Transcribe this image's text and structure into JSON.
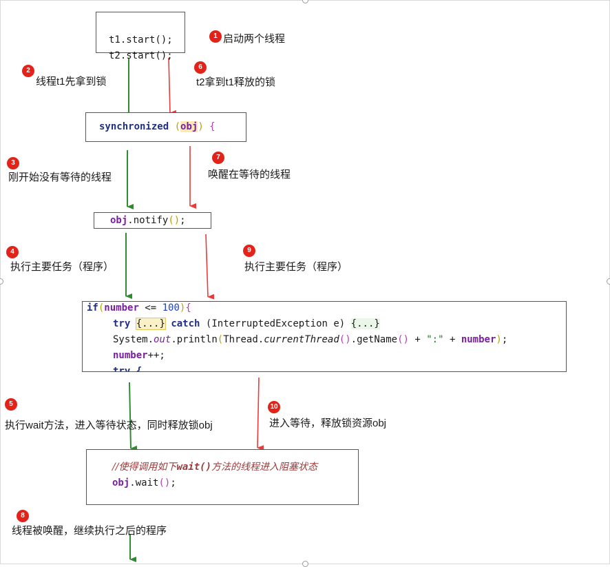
{
  "code": {
    "start_line1": "t1.start();",
    "start_line2": "t2.start();",
    "sync_kw": "synchronized",
    "sync_obj": "obj",
    "notify_obj": "obj",
    "notify_call": ".notify",
    "if_kw": "if",
    "if_number": "number",
    "if_op": " <= ",
    "if_value": "100",
    "try_kw": "try",
    "fold_block": "{...}",
    "catch_kw": "catch",
    "exception_param": "(InterruptedException e)",
    "println_prefix": "System.",
    "println_out": "out",
    "println_method": ".println",
    "thread_class": "Thread.",
    "current_thread": "currentThread",
    "get_name": ".getName",
    "colon_str": "\":\"",
    "plus": " + ",
    "number_var": "number",
    "increment": "++;",
    "partial_try": "try {",
    "comment_prefix": "//使得调用如下",
    "comment_method": "wait()",
    "comment_suffix": "方法的线程进入阻塞状态",
    "wait_obj": "obj",
    "wait_call": ".wait"
  },
  "steps": [
    {
      "num": "1",
      "label": "启动两个线程"
    },
    {
      "num": "2",
      "label": "线程t1先拿到锁"
    },
    {
      "num": "3",
      "label": "刚开始没有等待的线程"
    },
    {
      "num": "4",
      "label": "执行主要任务（程序）"
    },
    {
      "num": "5",
      "label": "执行wait方法，进入等待状态，同时释放锁obj"
    },
    {
      "num": "6",
      "label": "t2拿到t1释放的锁"
    },
    {
      "num": "7",
      "label": "唤醒在等待的线程"
    },
    {
      "num": "8",
      "label": "线程被唤醒，继续执行之后的程序"
    },
    {
      "num": "9",
      "label": "执行主要任务（程序）"
    },
    {
      "num": "10",
      "label": "进入等待，释放锁资源obj"
    }
  ],
  "colors": {
    "thread1_arrow": "#2e8b2e",
    "thread2_arrow": "#e83b3b",
    "badge": "#e2231a"
  }
}
